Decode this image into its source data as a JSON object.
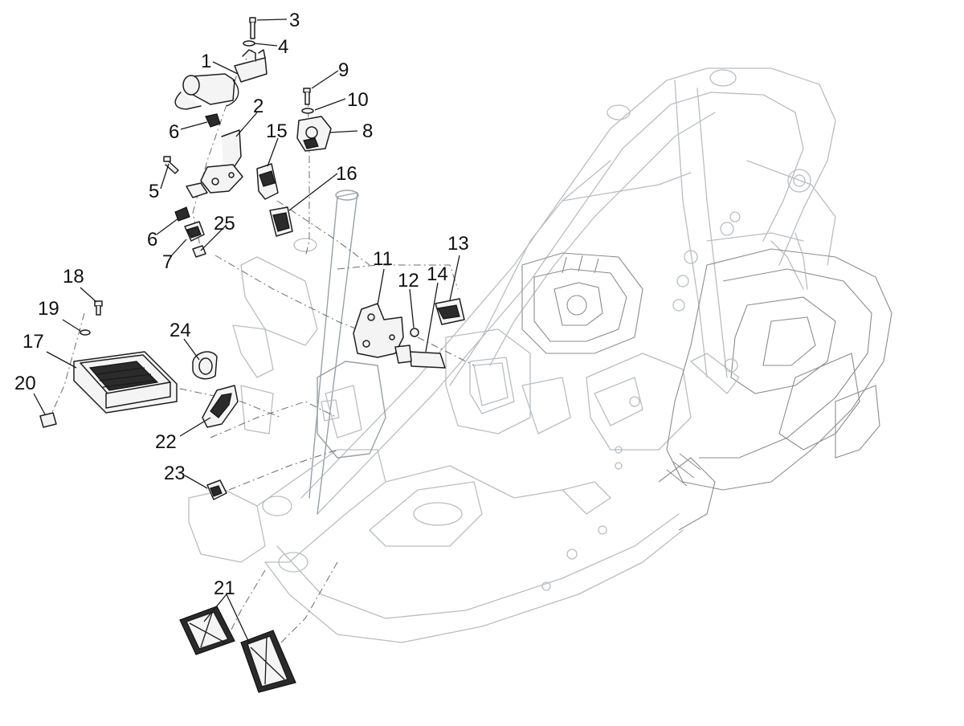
{
  "diagram": {
    "labels": {
      "p1": "1",
      "p2": "2",
      "p3": "3",
      "p4": "4",
      "p5": "5",
      "p6a": "6",
      "p6b": "6",
      "p7": "7",
      "p8": "8",
      "p9": "9",
      "p10": "10",
      "p11": "11",
      "p12": "12",
      "p13": "13",
      "p14": "14",
      "p15": "15",
      "p16": "16",
      "p17": "17",
      "p18": "18",
      "p19": "19",
      "p20": "20",
      "p21": "21",
      "p22": "22",
      "p23": "23",
      "p24": "24",
      "p25": "25"
    },
    "colors": {
      "frame": "#b9bdc2",
      "parts": "#1e1e1e",
      "labels": "#111111"
    }
  }
}
